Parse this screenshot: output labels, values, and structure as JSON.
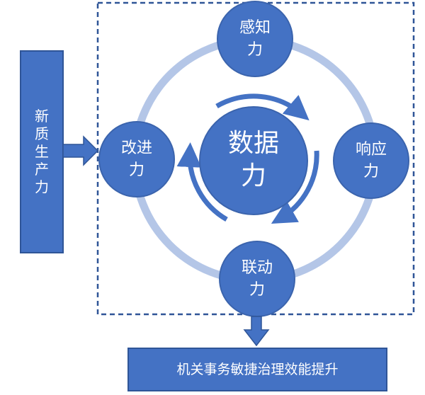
{
  "colors": {
    "node_fill": "#4472C4",
    "node_stroke": "#3B64AD",
    "ring": "#B4C6E7",
    "box_fill": "#4472C4",
    "box_stroke": "#2F5597",
    "dashed_border": "#2F5597"
  },
  "center": {
    "label": "数据\n力"
  },
  "nodes": {
    "top": {
      "label": "感知\n力"
    },
    "right": {
      "label": "响应\n力"
    },
    "bottom": {
      "label": "联动\n力"
    },
    "left": {
      "label": "改进\n力"
    }
  },
  "side_box": {
    "label": "新\n质\n生\n产\n力"
  },
  "bottom_box": {
    "label": "机关事务敏捷治理效能提升"
  }
}
